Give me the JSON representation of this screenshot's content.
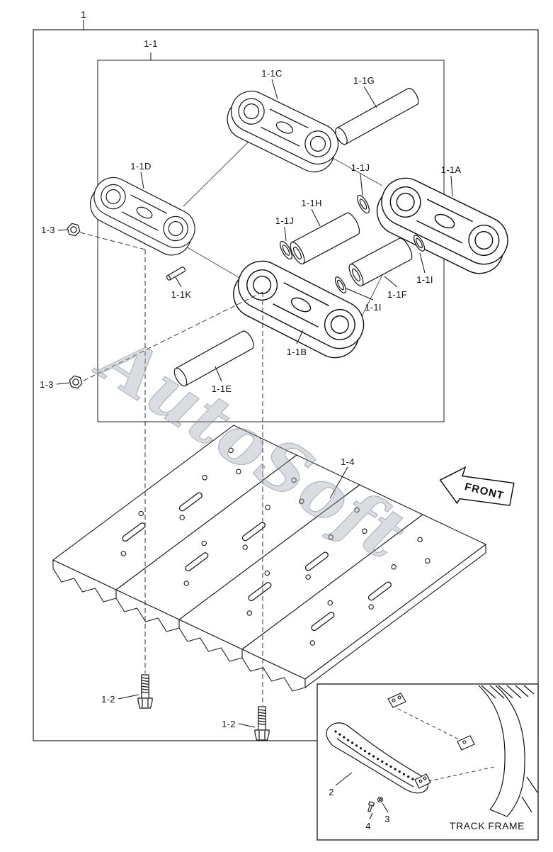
{
  "watermark": "AutoSoft",
  "front_arrow": "FRONT",
  "inset_caption": "TRACK FRAME",
  "labels": {
    "l1": "1",
    "l1_1": "1-1",
    "l1_1a": "1-1A",
    "l1_1b": "1-1B",
    "l1_1c": "1-1C",
    "l1_1d": "1-1D",
    "l1_1e": "1-1E",
    "l1_1f": "1-1F",
    "l1_1g": "1-1G",
    "l1_1h": "1-1H",
    "l1_1i_a": "1-1I",
    "l1_1i_b": "1-1I",
    "l1_1j_a": "1-1J",
    "l1_1j_b": "1-1J",
    "l1_1k": "1-1K",
    "l1_2_a": "1-2",
    "l1_2_b": "1-2",
    "l1_3_a": "1-3",
    "l1_3_b": "1-3",
    "l1_4": "1-4",
    "l2": "2",
    "l3": "3",
    "l4": "4"
  }
}
